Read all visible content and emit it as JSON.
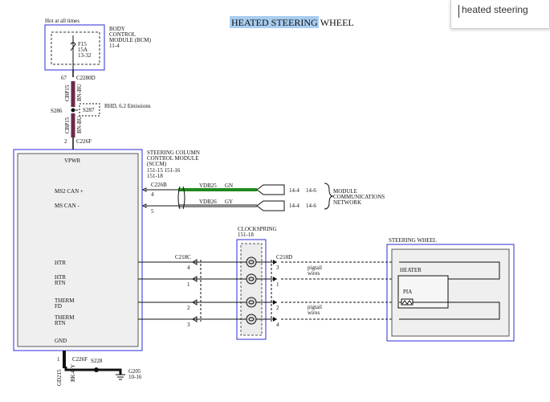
{
  "title": {
    "highlight": "HEATED STEERING",
    "rest": " WHEEL"
  },
  "search": {
    "query": "heated steering"
  },
  "bcm": {
    "hot": "Hot at all times",
    "name1": "BODY",
    "name2": "CONTROL",
    "name3": "MODULE (BCM)",
    "name4": "11-4",
    "fuse1": "F15",
    "fuse2": "15A",
    "fuse3": "13-32"
  },
  "wire_top": {
    "pin67": "67",
    "c2280d": "C2280D",
    "circuit": "CBP15",
    "color": "BN-BU",
    "s286": "S286",
    "s287": "S287",
    "rhd": "RHD, 6.2 Emissions",
    "circuit2": "CBP15",
    "color2": "BN-BU",
    "pin2": "2",
    "c226f": "C226F"
  },
  "sccm": {
    "name1": "STEERING COLUMN",
    "name2": "CONTROL MODULE",
    "name3": "(SCCM)",
    "ref1": "151-15   151-16",
    "ref2": "151-18",
    "vpwr": "VPWR",
    "ms2can": "MS2 CAN +",
    "mscan": "MS CAN -",
    "htr": "HTR",
    "htr2a": "HTR",
    "htr2b": "RTN",
    "therm_a": "THERM",
    "therm_b": "FD",
    "therm2_a": "THERM",
    "therm2_b": "RTN",
    "gnd": "GND"
  },
  "can": {
    "c226b": "C226B",
    "pin4": "4",
    "pin5": "5",
    "vdb25": "VDB25",
    "gn": "GN",
    "vdb26": "VDB26",
    "gy": "GY",
    "ref_a1": "14-4",
    "ref_b1": "14-6",
    "ref_a2": "14-4",
    "ref_b2": "14-6",
    "net1": "MODULE",
    "net2": "COMMUNICATIONS",
    "net3": "NETWORK"
  },
  "clockspring": {
    "name": "CLOCKSPRING",
    "ref": "151-18",
    "c218c": "C218C",
    "c218d": "C218D",
    "left_pins": [
      "4",
      "1",
      "2",
      "3"
    ],
    "right_pins": [
      "3",
      "1",
      "2",
      "4"
    ],
    "pigtail1a": "pigtail",
    "pigtail1b": "wires",
    "pigtail2a": "pigtail",
    "pigtail2b": "wires"
  },
  "wheel": {
    "name": "STEERING WHEEL",
    "heater": "HEATER",
    "pia": "PIA"
  },
  "ground": {
    "pin1": "1",
    "c226f": "C226F",
    "circuit": "GD215",
    "color": "BK-GY",
    "s228": "S228",
    "g205": "G205",
    "ref": "10-16"
  },
  "colors": {
    "highlight": "#a9cdf0",
    "module_border": "#2b2bd8",
    "green_wire": "#1f8a1f",
    "purple_wire": "#6b2a4a",
    "gray_wire": "#8a8a8a"
  }
}
